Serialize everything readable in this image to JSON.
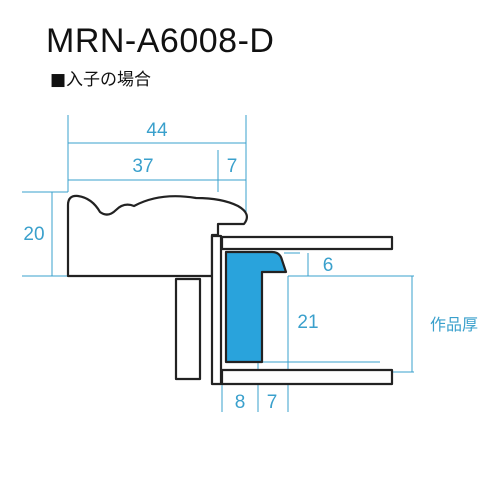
{
  "title": "MRN-A6008-D",
  "subtitle": "■入子の場合",
  "colors": {
    "dimension": "#3aa0cc",
    "insert_fill": "#29a3dc",
    "outline": "#222222"
  },
  "dimensions": {
    "overall_width": "44",
    "width_a": "37",
    "width_b": "7",
    "height": "20",
    "lip_depth": "6",
    "inner_height": "21",
    "bottom_a": "8",
    "bottom_b": "7",
    "artwork_thickness": "作品厚"
  }
}
